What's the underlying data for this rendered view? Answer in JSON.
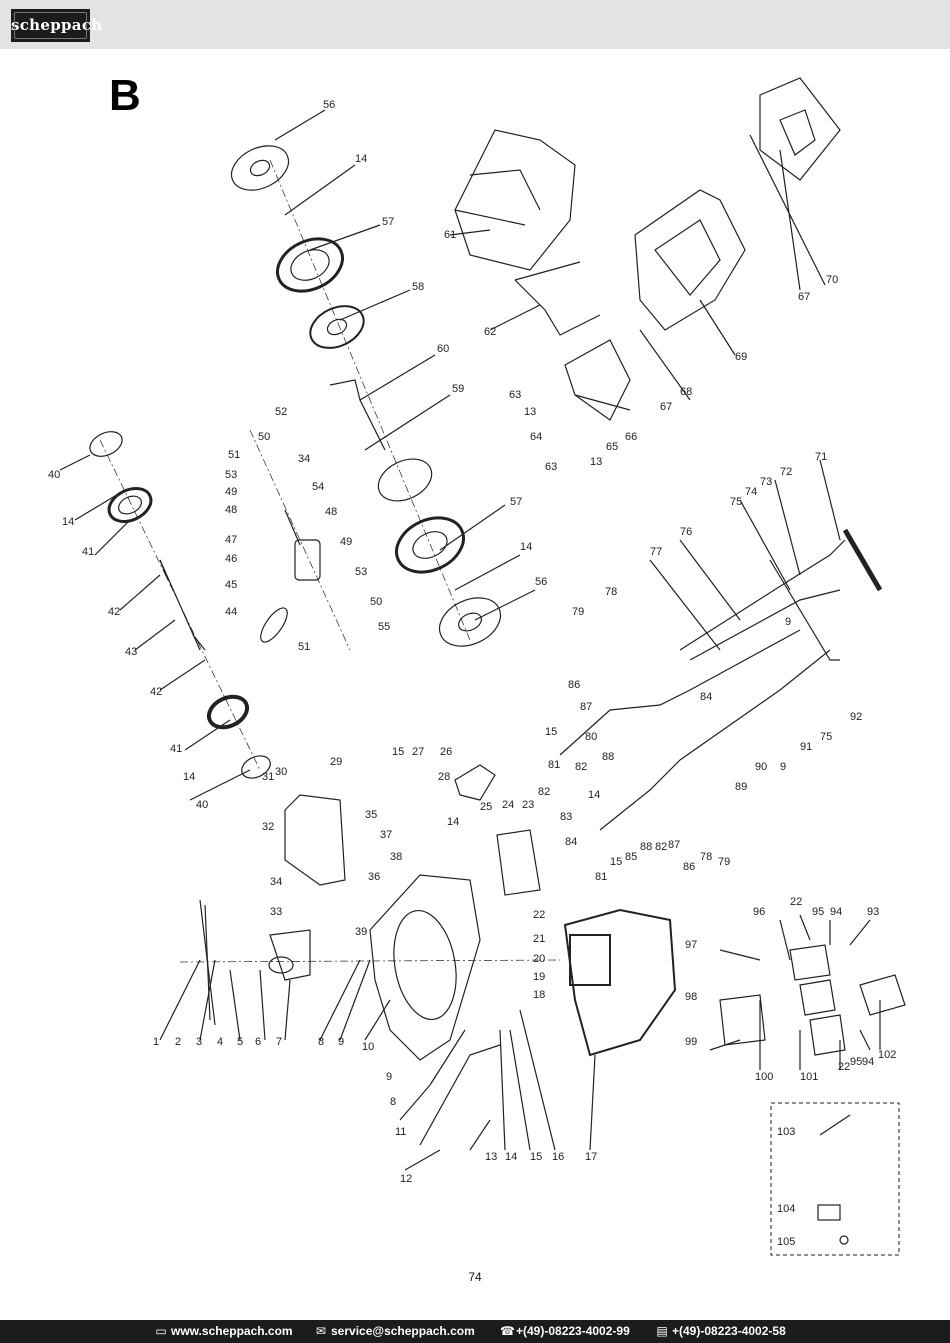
{
  "header": {
    "brand": "scheppach",
    "section": "B"
  },
  "diagram": {
    "part_numbers": [
      "1",
      "2",
      "3",
      "4",
      "5",
      "6",
      "7",
      "8",
      "9",
      "10",
      "11",
      "12",
      "13",
      "14",
      "15",
      "16",
      "17",
      "18",
      "19",
      "20",
      "21",
      "22",
      "23",
      "24",
      "25",
      "26",
      "27",
      "28",
      "29",
      "30",
      "31",
      "32",
      "33",
      "34",
      "35",
      "36",
      "37",
      "38",
      "39",
      "40",
      "41",
      "42",
      "43",
      "44",
      "45",
      "46",
      "47",
      "48",
      "49",
      "50",
      "51",
      "52",
      "53",
      "54",
      "55",
      "56",
      "57",
      "58",
      "59",
      "60",
      "61",
      "62",
      "63",
      "64",
      "65",
      "66",
      "67",
      "68",
      "69",
      "70",
      "71",
      "72",
      "73",
      "74",
      "75",
      "76",
      "77",
      "78",
      "79",
      "80",
      "81",
      "82",
      "83",
      "84",
      "85",
      "86",
      "87",
      "88",
      "89",
      "90",
      "91",
      "92",
      "93",
      "94",
      "95",
      "96",
      "97",
      "98",
      "99",
      "100",
      "101",
      "102",
      "103",
      "104",
      "105"
    ]
  },
  "page": {
    "number": "74"
  },
  "footer": {
    "website": "www.scheppach.com",
    "email": "service@scheppach.com",
    "phone": "+(49)-08223-4002-99",
    "fax": "+(49)-08223-4002-58",
    "icons": [
      "computer-icon",
      "mail-icon",
      "phone-icon",
      "fax-icon"
    ]
  }
}
